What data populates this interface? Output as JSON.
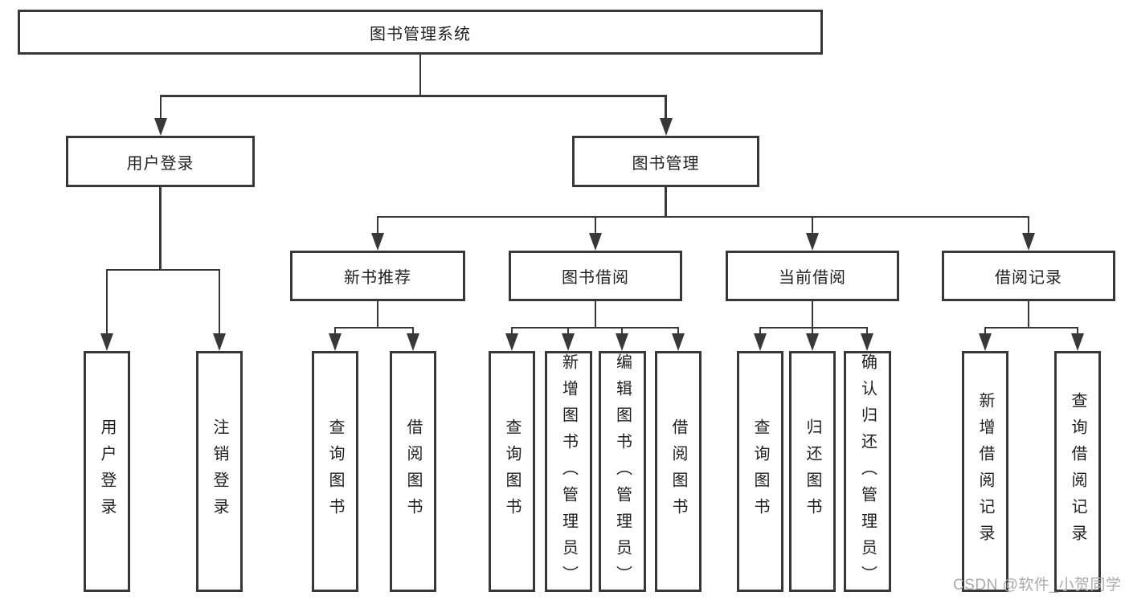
{
  "tree": {
    "root": {
      "label": "图书管理系统"
    },
    "branches": [
      {
        "label": "用户登录",
        "children": [
          {
            "label": "用户登录"
          },
          {
            "label": "注销登录"
          }
        ]
      },
      {
        "label": "图书管理",
        "children": [
          {
            "label": "新书推荐",
            "children": [
              {
                "label": "查询图书"
              },
              {
                "label": "借阅图书"
              }
            ]
          },
          {
            "label": "图书借阅",
            "children": [
              {
                "label": "查询图书"
              },
              {
                "label": "新增图书（管理员）"
              },
              {
                "label": "编辑图书（管理员）"
              },
              {
                "label": "借阅图书"
              }
            ]
          },
          {
            "label": "当前借阅",
            "children": [
              {
                "label": "查询图书"
              },
              {
                "label": "归还图书"
              },
              {
                "label": "确认归还（管理员）"
              }
            ]
          },
          {
            "label": "借阅记录",
            "children": [
              {
                "label": "新增借阅记录"
              },
              {
                "label": "查询借阅记录"
              }
            ]
          }
        ]
      }
    ]
  },
  "watermark": {
    "text": "CSDN @软件_小贺同学"
  },
  "colors": {
    "line": "#383838",
    "text": "#1f1f1f",
    "background": "#ffffff",
    "watermark": "#aaaaaa"
  }
}
